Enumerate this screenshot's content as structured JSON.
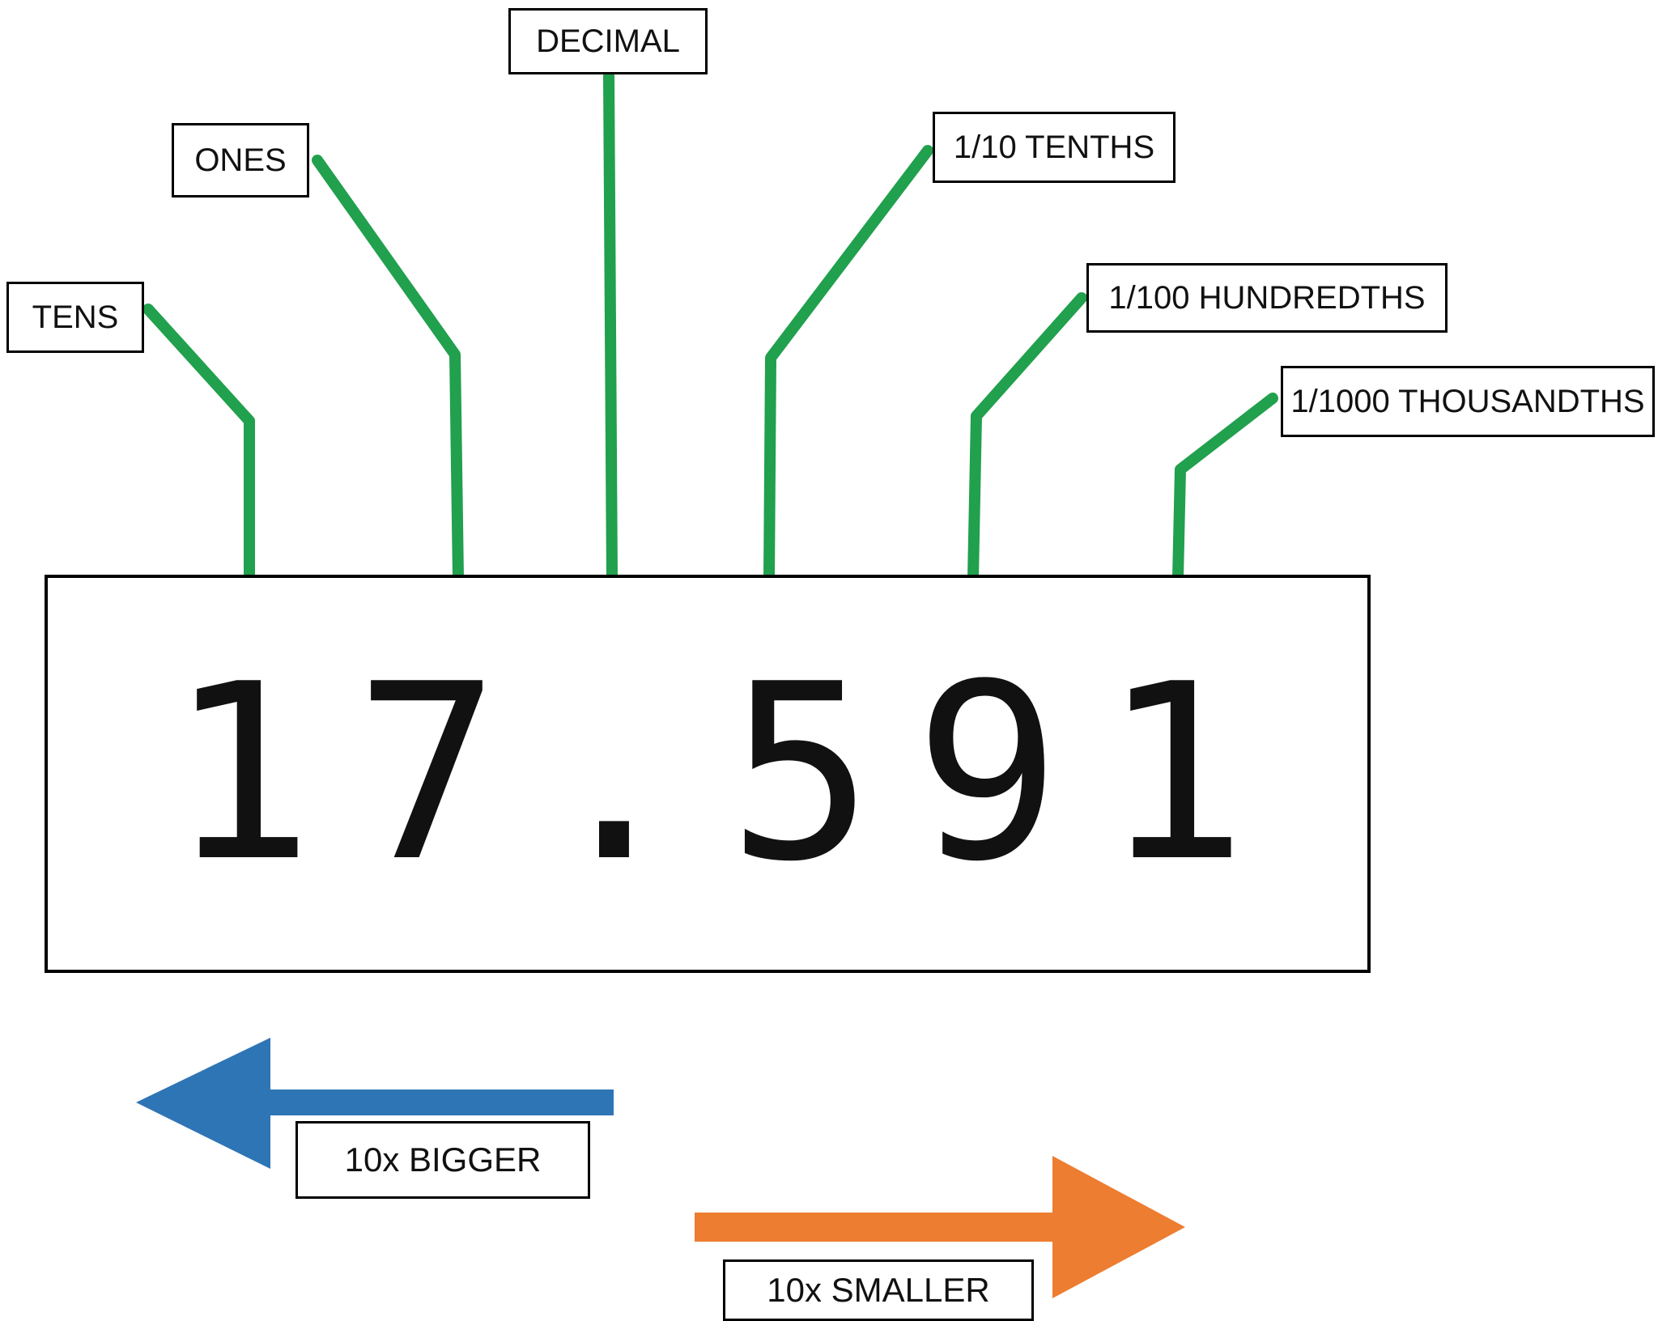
{
  "diagram": {
    "kind": "decimal-place-value",
    "number": {
      "value": "17.591"
    },
    "callouts": [
      {
        "id": "tens",
        "text": "TENS"
      },
      {
        "id": "ones",
        "text": "ONES"
      },
      {
        "id": "decimal",
        "text": "DECIMAL"
      },
      {
        "id": "tenths",
        "text": "1/10 TENTHS"
      },
      {
        "id": "hundredths",
        "text": "1/100 HUNDREDTHS"
      },
      {
        "id": "thousandths",
        "text": "1/1000 THOUSANDTHS"
      }
    ],
    "arrows": {
      "bigger": {
        "label": "10x BIGGER",
        "direction": "left"
      },
      "smaller": {
        "label": "10x SMALLER",
        "direction": "right"
      }
    }
  },
  "colors": {
    "connector_green": "#21A04D",
    "arrow_blue": "#2E75B6",
    "arrow_orange": "#ED7D31",
    "border_black": "#000000",
    "text_black": "#111111",
    "background": "#FFFFFF"
  }
}
